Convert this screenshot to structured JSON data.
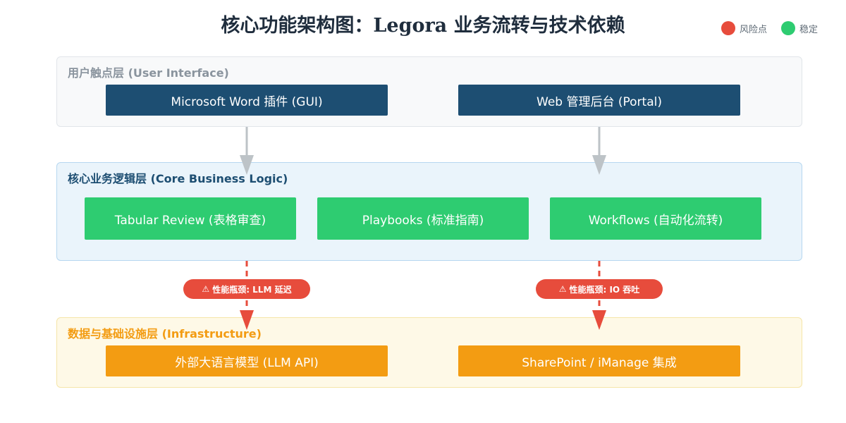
{
  "title": "核心功能架构图：Legora 业务流转与技术依赖",
  "legend": [
    {
      "label": "风险点",
      "color": "#e74c3c"
    },
    {
      "label": "稳定",
      "color": "#2ecc71"
    }
  ],
  "layers": {
    "ui": {
      "label": "用户触点层 (User Interface)",
      "boxes": [
        "Microsoft Word 插件 (GUI)",
        "Web 管理后台 (Portal)"
      ]
    },
    "core": {
      "label": "核心业务逻辑层 (Core Business Logic)",
      "boxes": [
        "Tabular Review (表格审查)",
        "Playbooks (标准指南)",
        "Workflows (自动化流转)"
      ]
    },
    "infra": {
      "label": "数据与基础设施层 (Infrastructure)",
      "boxes": [
        "外部大语言模型 (LLM API)",
        "SharePoint / iManage 集成"
      ]
    }
  },
  "bottlenecks": [
    {
      "icon": "⚠",
      "label": "性能瓶颈: LLM 延迟"
    },
    {
      "icon": "⚠",
      "label": "性能瓶颈: IO 吞吐"
    }
  ],
  "colors": {
    "ui_box": "#1d4e72",
    "core_box": "#2ecc71",
    "infra_box": "#f39c12",
    "risk": "#e74c3c",
    "flow_arrow": "#bdc3c7"
  }
}
